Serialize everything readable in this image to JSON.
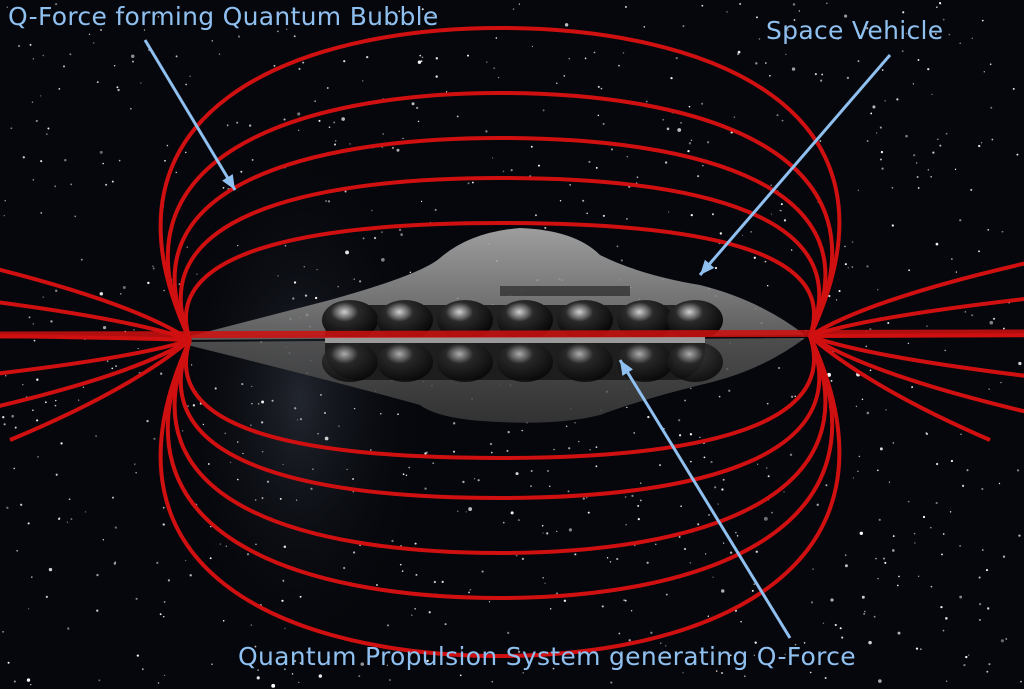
{
  "labels": {
    "bubble": "Q-Force forming Quantum Bubble",
    "vehicle": "Space Vehicle",
    "propulsion": "Quantum Propulsion System generating Q-Force"
  },
  "colors": {
    "field_lines": "#d01010",
    "arrows": "#8fc0f0",
    "hull": "#8a8a8a",
    "background": "#05070c"
  },
  "icons": [
    "space-vehicle-icon",
    "field-line-icon",
    "arrow-icon"
  ]
}
